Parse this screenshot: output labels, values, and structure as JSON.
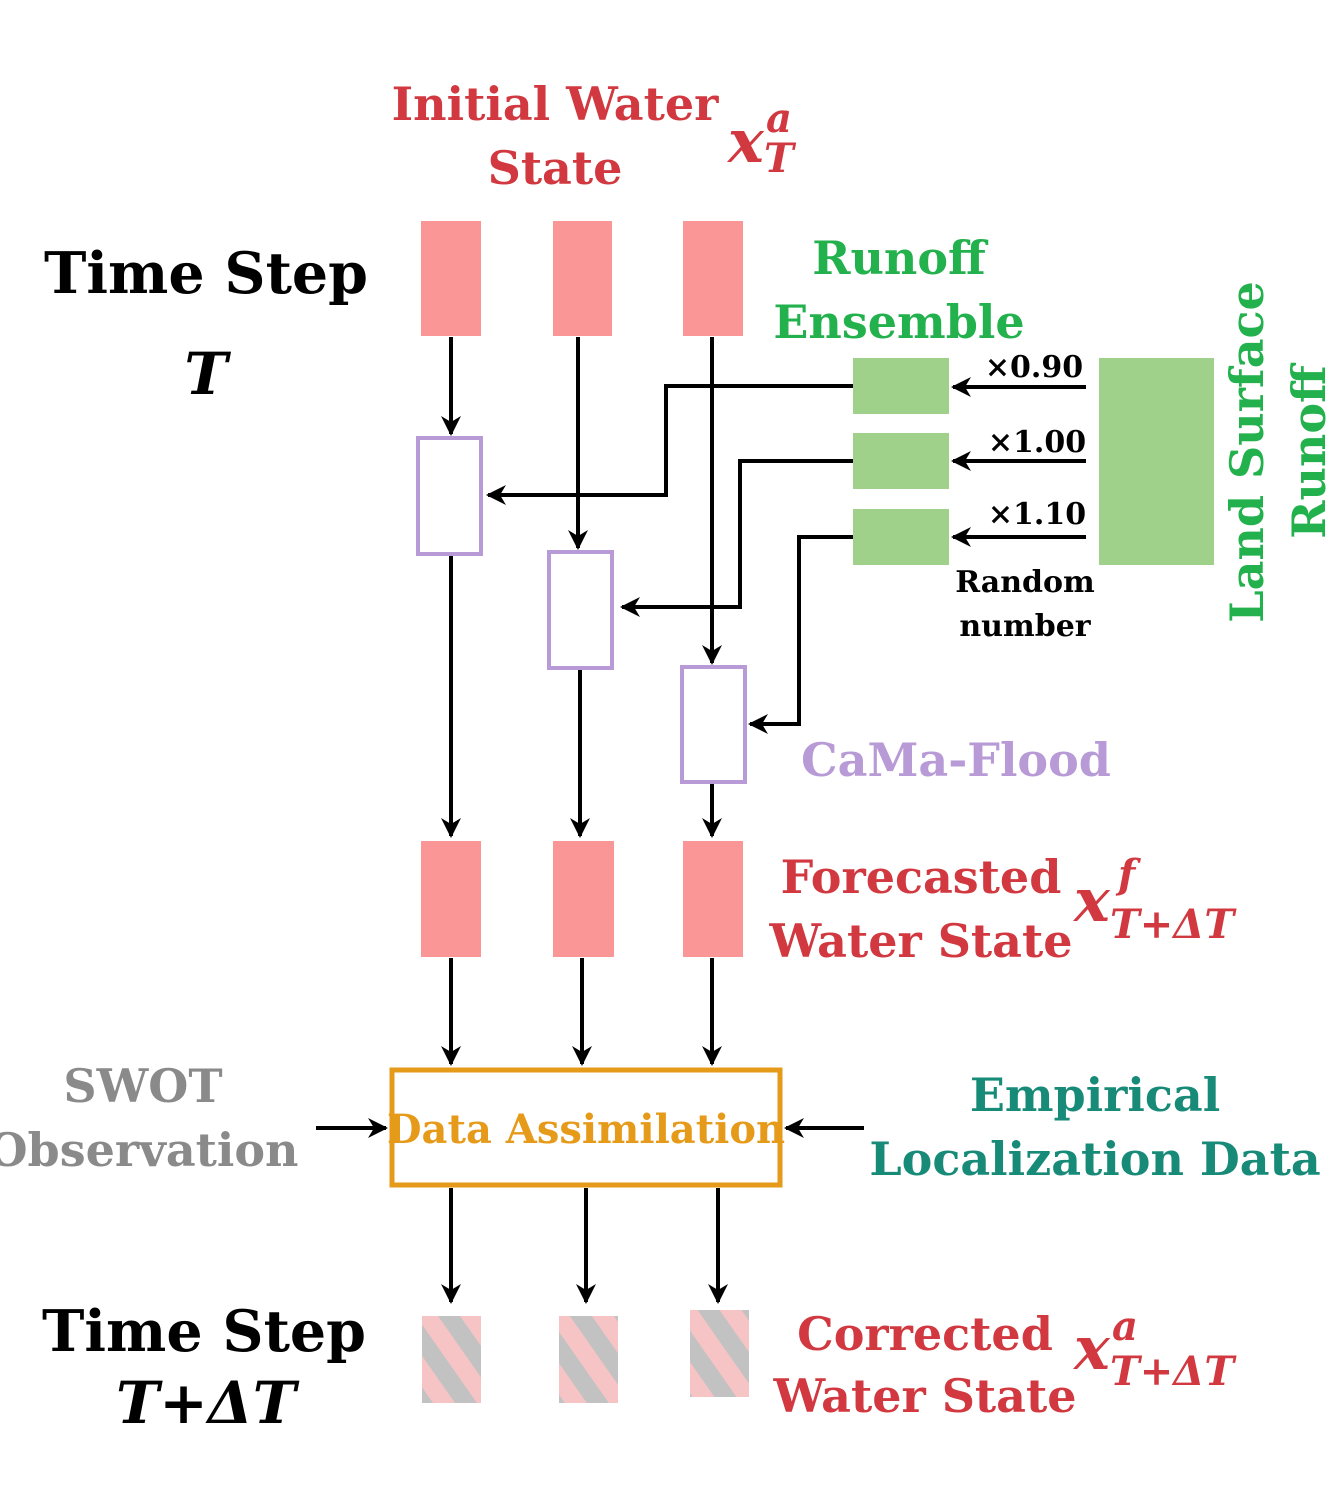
{
  "colors": {
    "initial": "#d1383f",
    "runoff": "#22b14c",
    "cama": "#b79ad6",
    "da": "#e69a1a",
    "swot": "#8a8a8a",
    "empirical": "#178a78",
    "state_fill": "#fb9696",
    "runoff_fill": "#9fd18a",
    "hatch_gray": "#c2c2c2",
    "hatch_pink": "#f6c4c4"
  },
  "labels": {
    "time_step_top": "Time Step",
    "time_top_var": "T",
    "initial_line1": "Initial Water",
    "initial_line2": "State",
    "initial_sym_base": "x",
    "initial_sym_sup": "a",
    "initial_sym_sub": "T",
    "runoff_line1": "Runoff",
    "runoff_line2": "Ensemble",
    "land_line1": "Land Surface",
    "land_line2": "Runoff",
    "mult1": "×0.90",
    "mult2": "×1.00",
    "mult3": "×1.10",
    "random_line1": "Random",
    "random_line2": "number",
    "cama": "CaMa-Flood",
    "forecast_line1": "Forecasted",
    "forecast_line2": "Water State",
    "forecast_sym_base": "x",
    "forecast_sym_sup": "f",
    "forecast_sym_sub": "T+ΔT",
    "swot_line1": "SWOT",
    "swot_line2": "Observation",
    "da": "Data Assimilation",
    "emp_line1": "Empirical",
    "emp_line2": "Localization Data",
    "time_step_bottom": "Time Step",
    "time_bottom_var": "T+ΔT",
    "corrected_line1": "Corrected",
    "corrected_line2": "Water State",
    "corrected_sym_base": "x",
    "corrected_sym_sup": "a",
    "corrected_sym_sub": "T+ΔT"
  }
}
